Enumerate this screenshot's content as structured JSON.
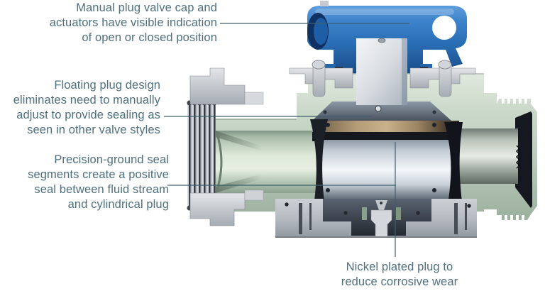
{
  "diagram": {
    "subject": "Plug valve cross-section cutaway",
    "callouts": [
      {
        "id": "cap-indication",
        "lines": [
          "Manual plug valve cap and",
          "actuators have visible indication",
          "of open or closed position"
        ]
      },
      {
        "id": "floating-plug",
        "lines": [
          "Floating plug design",
          "eliminates need to manually",
          "adjust to provide sealing as",
          "seen in other valve styles"
        ]
      },
      {
        "id": "seal-segments",
        "lines": [
          "Precision-ground seal",
          "segments create a positive",
          "seal between fluid stream",
          "and cylindrical plug"
        ]
      },
      {
        "id": "nickel-plug",
        "lines": [
          "Nickel plated plug to",
          "reduce corrosive wear"
        ]
      }
    ],
    "colors": {
      "label_text": "#4f6f7d",
      "leader_line": "#3f5f6e",
      "cap_blue": "#2f75bb",
      "body_green": "#c3d2c4",
      "metal_gray": "#b9bec5",
      "plug_chrome": "#e9eef3",
      "seal_tan": "#b49c78",
      "background": "#ffffff"
    }
  }
}
